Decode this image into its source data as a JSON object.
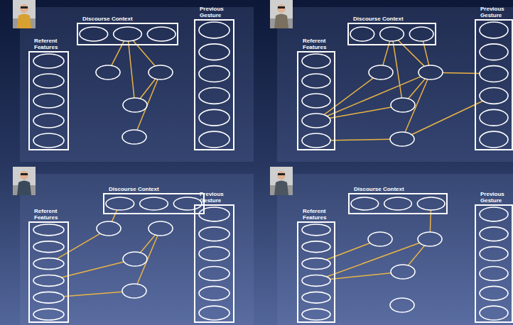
{
  "diagram": {
    "nodes": [
      {
        "text": [
          "Discourse Context"
        ]
      },
      {
        "text": [
          "Referent Features"
        ]
      },
      {
        "text": [
          "Previous Gesture"
        ]
      },
      {
        "text": [
          "Discourse Context"
        ]
      },
      {
        "text": [
          "Referent Features"
        ]
      },
      {
        "text": [
          "Previous Gesture"
        ]
      },
      {
        "text": [
          "Discourse Context"
        ]
      },
      {
        "text": [
          "Referent Features"
        ]
      },
      {
        "text": [
          "Previous Gesture"
        ]
      },
      {
        "text": [
          "Discourse Context"
        ]
      },
      {
        "text": [
          "Referent Features"
        ]
      },
      {
        "text": [
          "Previous Gesture"
        ]
      }
    ]
  }
}
